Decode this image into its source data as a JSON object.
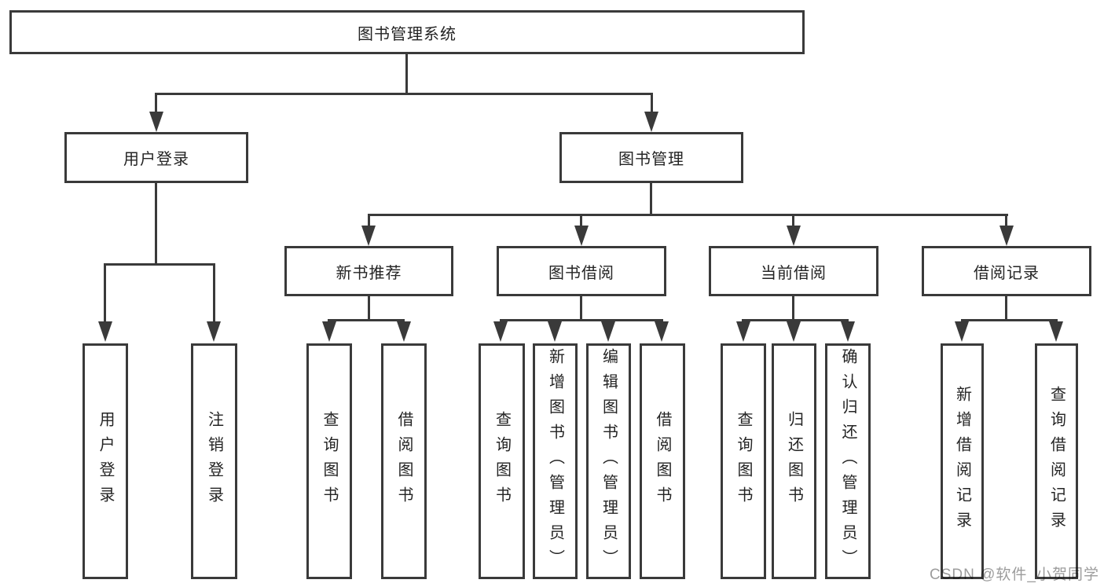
{
  "nodes": {
    "root": "图书管理系统",
    "user_login": "用户登录",
    "book_management": "图书管理",
    "new_book_recommend": "新书推荐",
    "book_borrow": "图书借阅",
    "current_borrow": "当前借阅",
    "borrow_records": "借阅记录",
    "user_login_leaf": "用户登录",
    "logout_leaf": "注销登录",
    "rec_query_books": "查询图书",
    "rec_borrow_books": "借阅图书",
    "bb_query_books": "查询图书",
    "bb_add_books_admin": "新增图书（管理员）",
    "bb_edit_books_admin": "编辑图书（管理员）",
    "bb_borrow_books": "借阅图书",
    "cb_query_books": "查询图书",
    "cb_return_books": "归还图书",
    "cb_confirm_return_admin": "确认归还（管理员）",
    "br_add_record": "新增借阅记录",
    "br_query_record": "查询借阅记录"
  },
  "tree": {
    "root": "图书管理系统",
    "children": [
      {
        "label": "用户登录",
        "children": [
          "用户登录",
          "注销登录"
        ]
      },
      {
        "label": "图书管理",
        "children": [
          {
            "label": "新书推荐",
            "children": [
              "查询图书",
              "借阅图书"
            ]
          },
          {
            "label": "图书借阅",
            "children": [
              "查询图书",
              "新增图书（管理员）",
              "编辑图书（管理员）",
              "借阅图书"
            ]
          },
          {
            "label": "当前借阅",
            "children": [
              "查询图书",
              "归还图书",
              "确认归还（管理员）"
            ]
          },
          {
            "label": "借阅记录",
            "children": [
              "新增借阅记录",
              "查询借阅记录"
            ]
          }
        ]
      }
    ]
  },
  "watermark": {
    "text": "CSDN @软件_小贺同学"
  },
  "colors": {
    "line": "#3a3a3a",
    "text": "#242424",
    "watermark": "#9c9c9c",
    "background": "#ffffff"
  }
}
